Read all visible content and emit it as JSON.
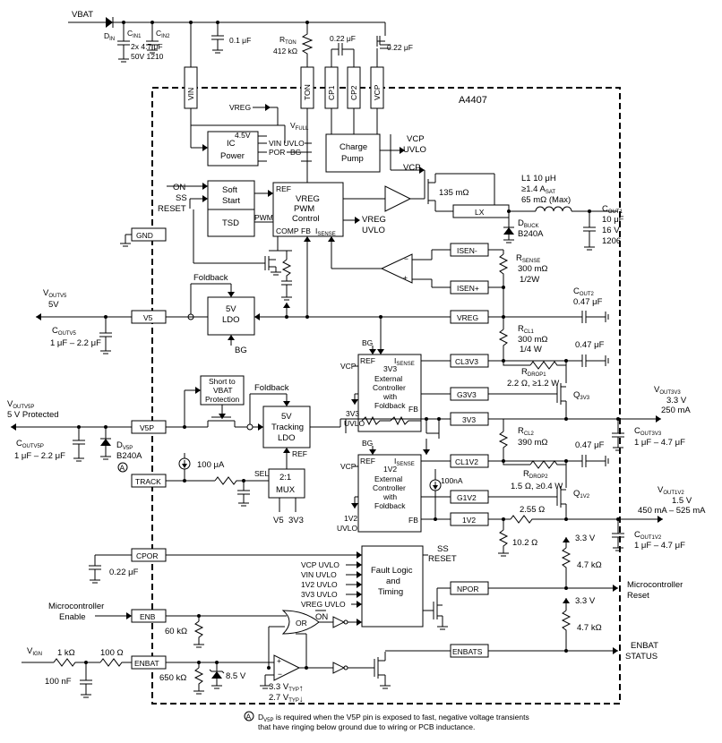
{
  "ic": {
    "name": "A4407"
  },
  "top": {
    "vbat": "VBAT",
    "din": "D",
    "din_sub": "IN",
    "cin1": "C",
    "cin1_sub": "IN1",
    "cin2": "C",
    "cin2_sub": "IN2",
    "cin_value": "2x 4.7 μF",
    "cin_pkg": "50V 1210",
    "cap_01": "0.1 μF",
    "rton": "R",
    "rton_sub": "TON",
    "rton_value": "412 kΩ",
    "ccp": "0.22 μF",
    "cvcp": "0.22 μF"
  },
  "pins": {
    "vin": "VIN",
    "ton": "TON",
    "cp1": "CP1",
    "cp2": "CP2",
    "vcp": "VCP",
    "gnd": "GND",
    "lx": "LX",
    "isen_minus": "ISEN-",
    "isen_plus": "ISEN+",
    "v5": "V5",
    "vreg": "VREG",
    "cl3v3": "CL3V3",
    "g3v3": "G3V3",
    "p3v3": "3V3",
    "v5p": "V5P",
    "cl1v2": "CL1V2",
    "track": "TRACK",
    "g1v2": "G1V2",
    "p1v2": "1V2",
    "cpor": "CPOR",
    "npor": "NPOR",
    "enb": "ENB",
    "enbat": "ENBAT",
    "enbats": "ENBATS"
  },
  "internal": {
    "vreg_in": "VREG",
    "vfull": "V",
    "vfull_sub": "FULL",
    "v45": "4.5V",
    "ic_power": [
      "IC",
      "Power"
    ],
    "vin_uvlo": "VIN UVLO",
    "por": "POR",
    "bg": "BG",
    "charge_pump": [
      "Charge",
      "Pump"
    ],
    "vcp_uvlo": [
      "VCP",
      "UVLO"
    ],
    "vcp": "VCP",
    "on": "ON",
    "ss": "SS",
    "reset": "RESET",
    "soft_start": [
      "Soft",
      "Start"
    ],
    "tsd": "TSD",
    "pwm": "PWM",
    "ref": "REF",
    "pwm_ctrl": [
      "VREG",
      "PWM",
      "Control"
    ],
    "comp": "COMP",
    "fb": "FB",
    "isense": "I",
    "isense_sub": "SENSE",
    "vreg_uvlo": [
      "VREG",
      "UVLO"
    ],
    "rdson": "135 mΩ",
    "foldback": "Foldback",
    "ldo5": [
      "5V",
      "LDO"
    ],
    "bg_ldo": "BG",
    "short_prot": [
      "Short to",
      "VBAT",
      "Protection"
    ],
    "foldback2": "Foldback",
    "tracking_ldo": [
      "5V",
      "Tracking",
      "LDO"
    ],
    "ref2": "REF",
    "i100": "100 μA",
    "sel": "SEL",
    "mux": [
      "2:1",
      "MUX"
    ],
    "v5_in": "V5",
    "v3v3_in": "3V3",
    "ext3v3": [
      "3V3",
      "External",
      "Controller",
      "with",
      "Foldback"
    ],
    "ext1v2": [
      "1V2",
      "External",
      "Controller",
      "with",
      "Foldback"
    ],
    "vcp3": "VCP",
    "bg3": "BG",
    "ref3": "REF",
    "isense3": "I",
    "isense3_sub": "SENSE",
    "fb3": "FB",
    "uvlo3": [
      "3V3",
      "UVLO"
    ],
    "vcp1": "VCP",
    "bg1": "BG",
    "ref1": "REF",
    "isense1": "I",
    "isense1_sub": "SENSE",
    "fb1": "FB",
    "uvlo1": [
      "1V2",
      "UVLO"
    ],
    "i100n": "100nA",
    "fault": [
      "Fault Logic",
      "and",
      "Timing"
    ],
    "fault_inputs": [
      "VCP UVLO",
      "VIN UVLO",
      "1V2 UVLO",
      "3V3 UVLO",
      "VREG UVLO"
    ],
    "ss_reset": [
      "SS",
      "RESET"
    ],
    "or": "OR",
    "on2": "ON",
    "r60k": "60 kΩ",
    "r650k": "650 kΩ",
    "z85": "8.5 V",
    "hyst_hi": "3.3 V",
    "hyst_hi_sub": "TYP",
    "hyst_lo": "2.7 V",
    "hyst_lo_sub": "TYP"
  },
  "external": {
    "l1": [
      "L1 10 μH",
      "≥1.4 A",
      "65 mΩ (Max)"
    ],
    "l1_sub": "SAT",
    "dbuck": "D",
    "dbuck_sub": "BUCK",
    "dbuck_part": "B240A",
    "cout1": "C",
    "cout1_sub": "OUT1",
    "cout1_val": [
      "10 μF",
      "16 V",
      "1206"
    ],
    "rsense": "R",
    "rsense_sub": "SENSE",
    "rsense_val": [
      "300 mΩ",
      "1/2W"
    ],
    "cout2": "C",
    "cout2_sub": "OUT2",
    "cout2_val": "0.47 μF",
    "voutv5": "V",
    "voutv5_sub": "OUTV5",
    "voutv5_val": "5V",
    "coutv5": "C",
    "coutv5_sub": "OUTV5",
    "coutv5_val": "1 μF – 2.2 μF",
    "rcl1": "R",
    "rcl1_sub": "CL1",
    "rcl1_val": [
      "300 mΩ",
      "1/4 W"
    ],
    "c047a": "0.47 μF",
    "rdrop1": "R",
    "rdrop1_sub": "DROP1",
    "rdrop1_val": "2.2 Ω, ≥1.2 W",
    "q3v3": "Q",
    "q3v3_sub": "3V3",
    "vout3v3": "V",
    "vout3v3_sub": "OUT3V3",
    "vout3v3_val": [
      "3.3 V",
      "250 mA"
    ],
    "cout3v3": "C",
    "cout3v3_sub": "OUT3V3",
    "cout3v3_val": "1 μF – 4.7 μF",
    "voutv5p": "V",
    "voutv5p_sub": "OUTV5P",
    "voutv5p_val": "5 V Protected",
    "coutv5p": "C",
    "coutv5p_sub": "OUTV5P",
    "coutv5p_val": "1 μF – 2.2 μF",
    "dv5p": "D",
    "dv5p_sub": "V5P",
    "dv5p_part": "B240A",
    "note_mark": "A",
    "rcl2": "R",
    "rcl2_sub": "CL2",
    "rcl2_val": "390 mΩ",
    "c047b": "0.47 μF",
    "rdrop2": "R",
    "rdrop2_sub": "DROP2",
    "rdrop2_val": "1.5 Ω, ≥0.4 W",
    "q1v2": "Q",
    "q1v2_sub": "1V2",
    "vout1v2": "V",
    "vout1v2_sub": "OUT1V2",
    "vout1v2_val": [
      "1.5 V",
      "450 mA – 525 mA"
    ],
    "r255": "2.55 Ω",
    "r102": "10.2 Ω",
    "cout1v2": "C",
    "cout1v2_sub": "OUT1V2",
    "cout1v2_val": "1 μF – 4.7 μF",
    "ccpor": "0.22 μF",
    "v33a": "3.3 V",
    "r47a": "4.7 kΩ",
    "mc_reset": [
      "Microcontroller",
      "Reset"
    ],
    "v33b": "3.3 V",
    "r47b": "4.7 kΩ",
    "mc_enable": [
      "Microcontroller",
      "Enable"
    ],
    "vign": "V",
    "vign_sub": "IGN",
    "r1k": "1 kΩ",
    "r100": "100 Ω",
    "c100n": "100 nF",
    "enbat_status": [
      "ENBAT",
      "STATUS"
    ]
  },
  "note": {
    "mark": "A",
    "line1": "D",
    "line1_sub": "V5P",
    "line1_rest": " is required when the V5P pin is exposed to fast, negative voltage transients",
    "line2": "that have ringing below ground due to wiring or PCB inductance."
  }
}
